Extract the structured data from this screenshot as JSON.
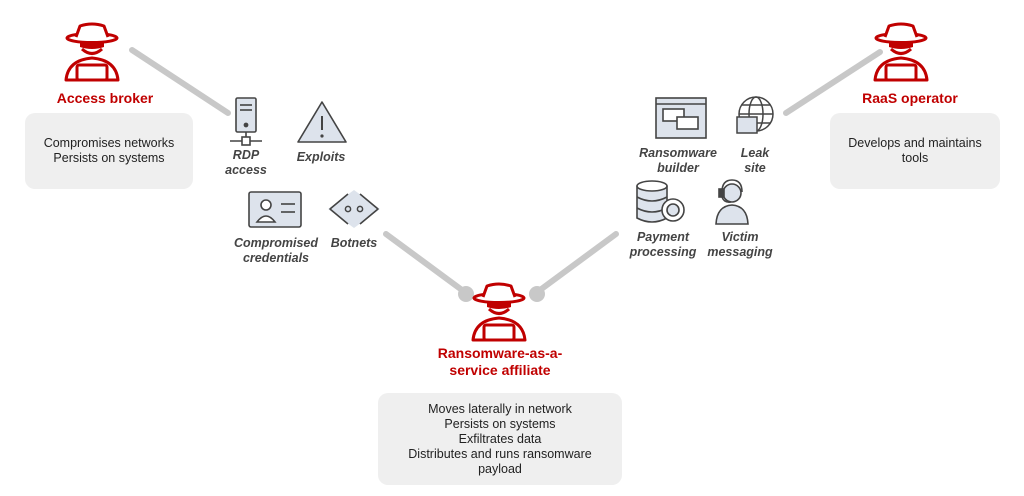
{
  "actors": {
    "access_broker": {
      "title": "Access broker",
      "desc": [
        "Compromises networks",
        "Persists on systems"
      ]
    },
    "raas_operator": {
      "title": "RaaS operator",
      "desc": [
        "Develops and maintains",
        "tools"
      ]
    },
    "affiliate": {
      "title": [
        "Ransomware-as-a-",
        "service affiliate"
      ],
      "desc": [
        "Moves laterally in network",
        "Persists on systems",
        "Exfiltrates data",
        "Distributes and runs ransomware",
        "payload"
      ]
    }
  },
  "items": {
    "rdp": [
      "RDP",
      "access"
    ],
    "exploits": [
      "Exploits"
    ],
    "credentials": [
      "Compromised",
      "credentials"
    ],
    "botnets": [
      "Botnets"
    ],
    "builder": [
      "Ransomware",
      "builder"
    ],
    "leak": [
      "Leak",
      "site"
    ],
    "payment": [
      "Payment",
      "processing"
    ],
    "victim": [
      "Victim",
      "messaging"
    ]
  },
  "colors": {
    "accent": "#c00000",
    "icon_fill": "#dde3ec",
    "icon_stroke": "#444444",
    "connector": "#c8c8c8",
    "box_bg": "#efefef"
  }
}
